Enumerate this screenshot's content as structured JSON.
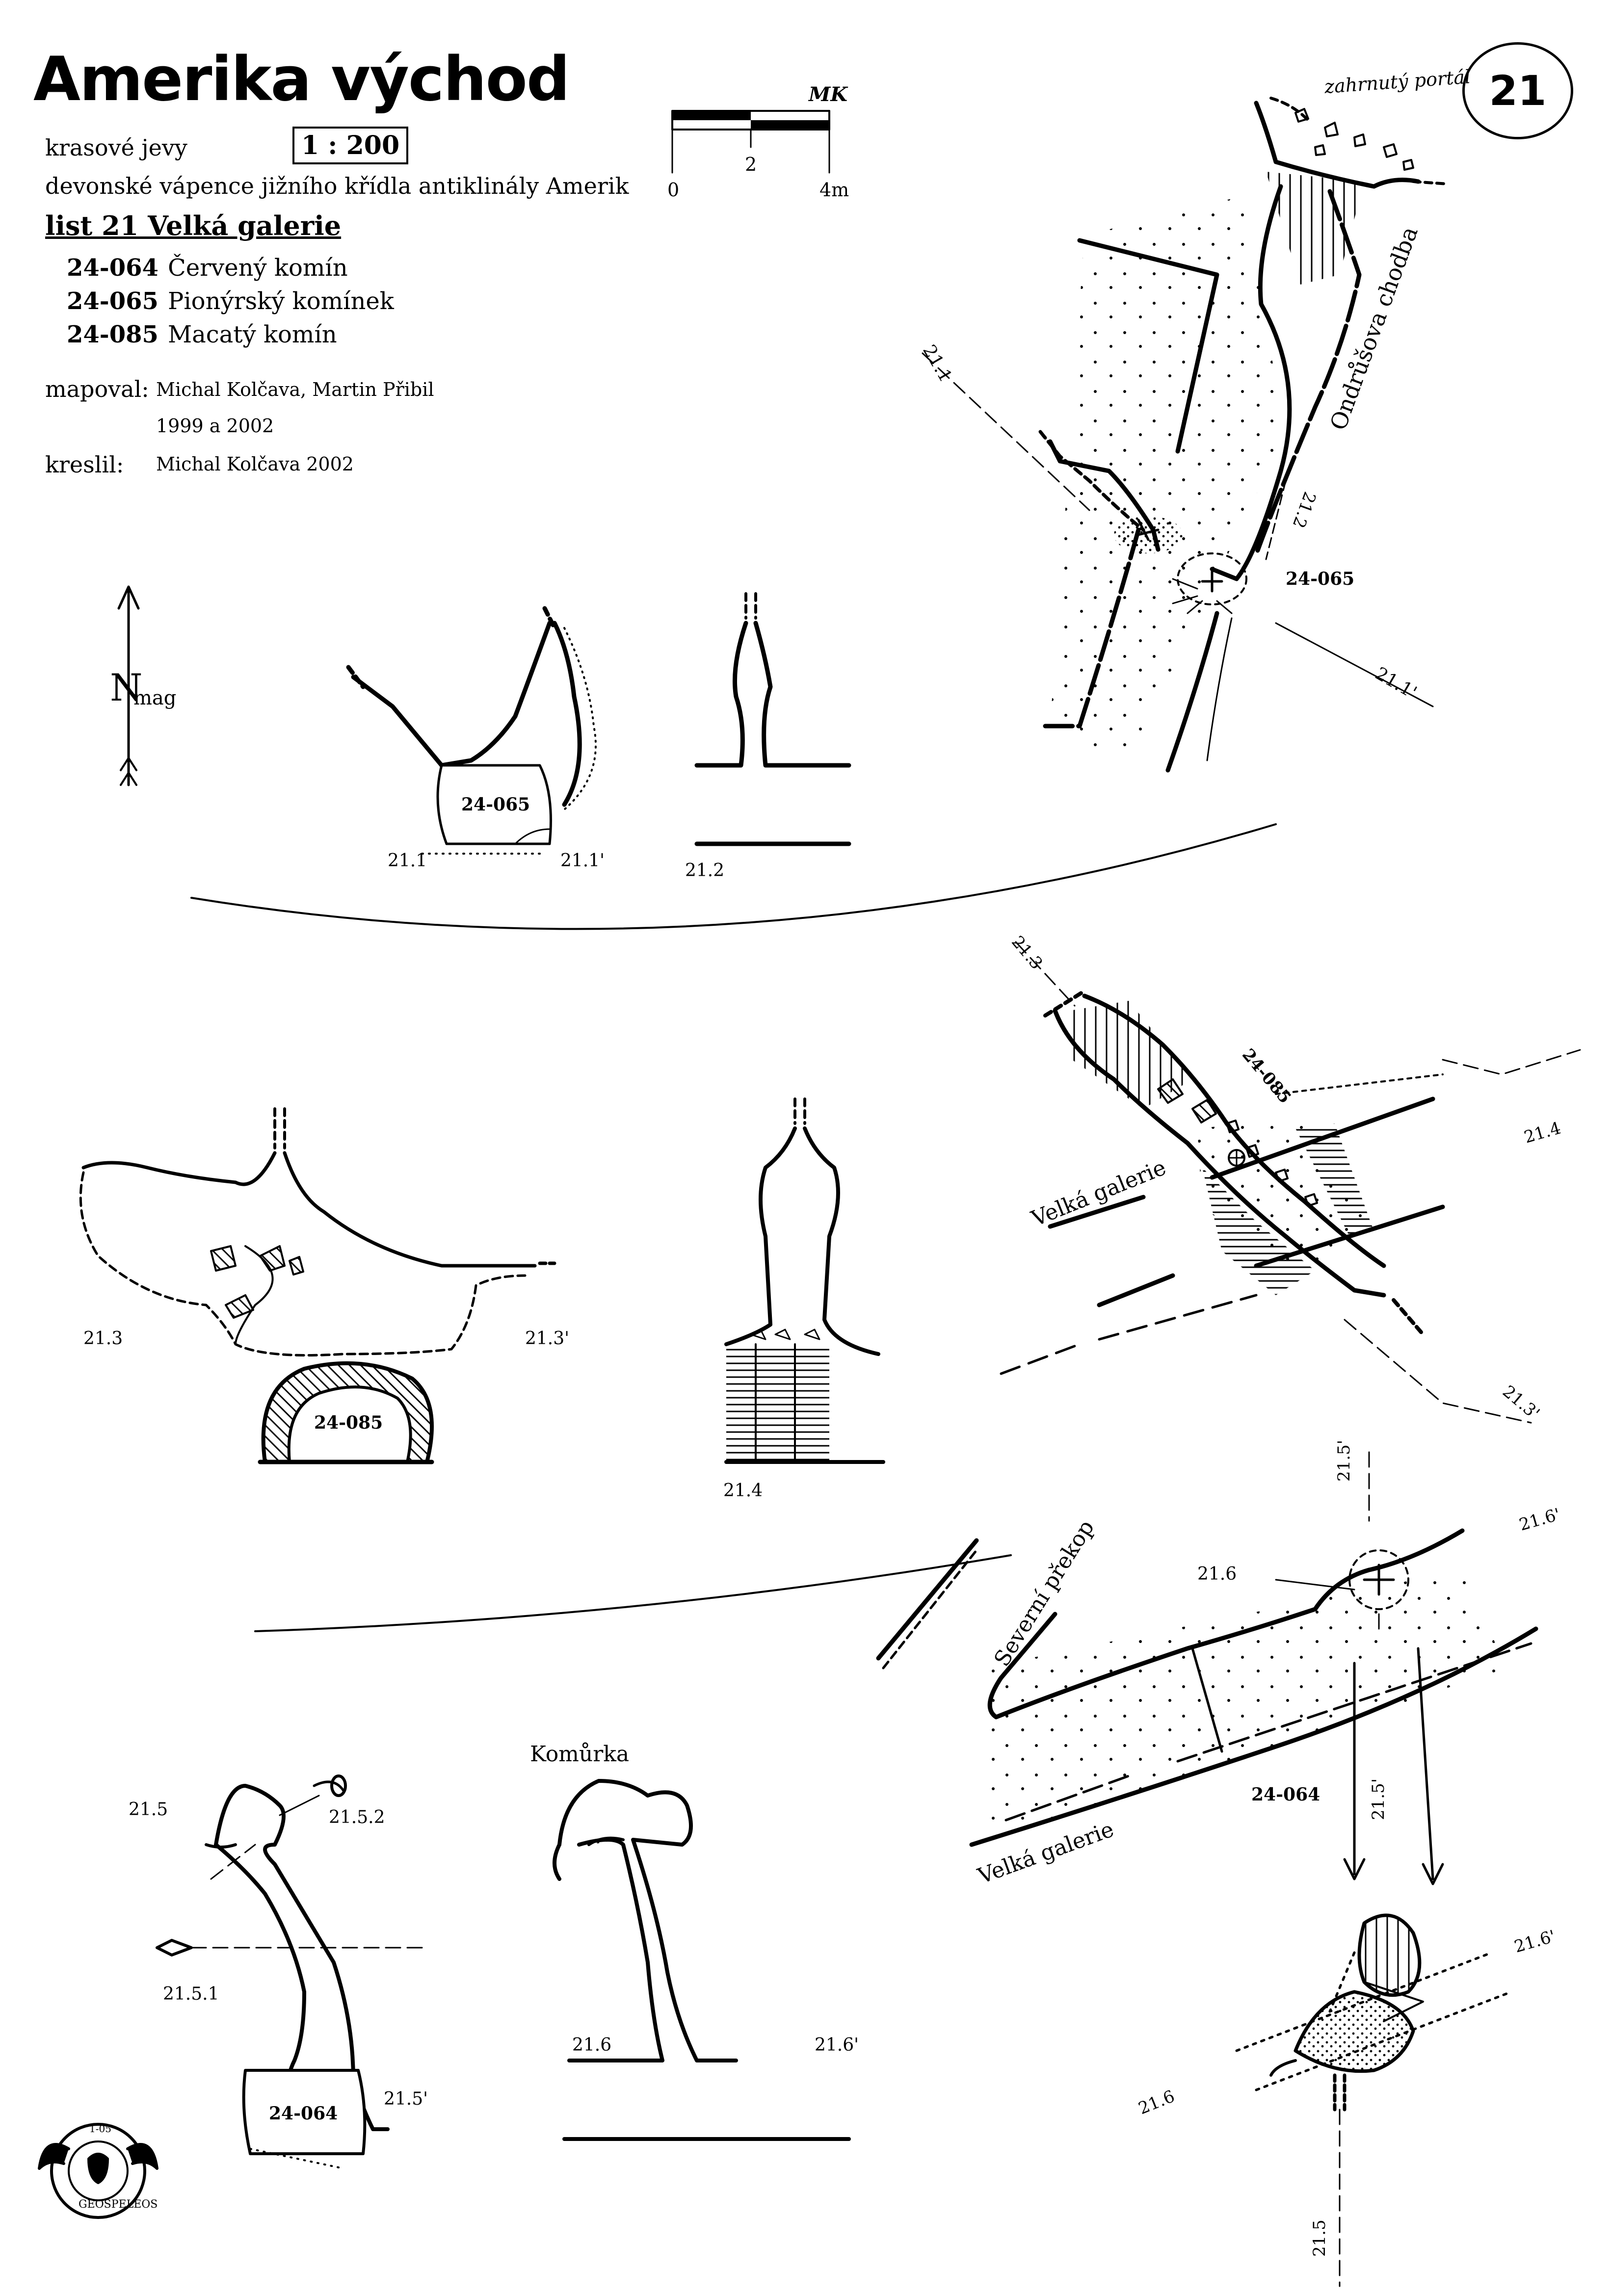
{
  "header": {
    "title": "Amerika východ",
    "category": "krasové jevy",
    "scale_ratio": "1 : 200",
    "geology": "devonské vápence jižního křídla antiklinály Amerik",
    "sheet": "list 21 Velká galerie",
    "sheet_number": "21"
  },
  "features": [
    {
      "code": "24-064",
      "name": "Červený komín"
    },
    {
      "code": "24-065",
      "name": "Pionýrský komínek"
    },
    {
      "code": "24-085",
      "name": "Macatý komín"
    }
  ],
  "credits": {
    "mapped_label": "mapoval:",
    "mapped_by": "Michal Kolčava, Martin Přibil",
    "mapped_years": "1999 a 2002",
    "drawn_label": "kreslil:",
    "drawn_by": "Michal Kolčava 2002"
  },
  "scalebar": {
    "initials": "MK",
    "ticks": [
      "0",
      "2",
      "4m"
    ]
  },
  "north_arrow": {
    "label": "N",
    "sub": "mag"
  },
  "plan_labels": {
    "portal": "zahrnutý portál",
    "ondrusova": "Ondrůšova chodba",
    "velka_galerie": "Velká galerie",
    "severni_prekop": "Severní překop",
    "komurka": "Komůrka"
  },
  "section_markers": {
    "s21_1": "21.1",
    "s21_1p": "21.1'",
    "s21_2": "21.2",
    "s21_3": "21.3",
    "s21_3p": "21.3'",
    "s21_4": "21.4",
    "s21_5": "21.5",
    "s21_5p": "21.5'",
    "s21_5_1": "21.5.1",
    "s21_5_2": "21.5.2",
    "s21_6": "21.6",
    "s21_6p": "21.6'"
  },
  "logo": {
    "text": "GEOSPELEOS",
    "number": "1-05"
  }
}
